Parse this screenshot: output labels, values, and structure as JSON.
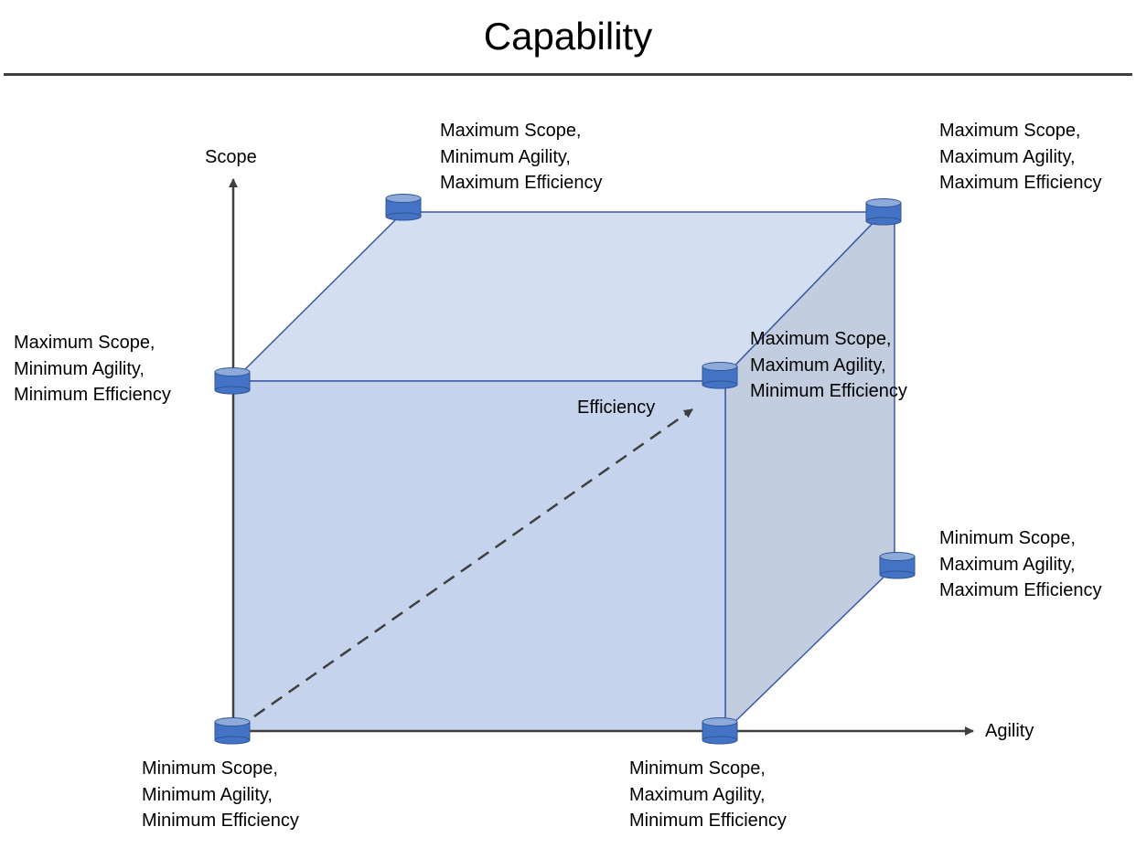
{
  "title": "Capability",
  "axes": {
    "scope": "Scope",
    "agility": "Agility",
    "efficiency": "Efficiency"
  },
  "vertices": [
    {
      "id": "min-min-min",
      "lines": [
        "Minimum Scope,",
        "Minimum Agility,",
        "Minimum Efficiency"
      ]
    },
    {
      "id": "min-max-min",
      "lines": [
        "Minimum Scope,",
        "Maximum Agility,",
        "Minimum Efficiency"
      ]
    },
    {
      "id": "max-min-min",
      "lines": [
        "Maximum Scope,",
        "Minimum Agility,",
        "Minimum Efficiency"
      ]
    },
    {
      "id": "max-max-min",
      "lines": [
        "Maximum Scope,",
        "Maximum Agility,",
        "Minimum Efficiency"
      ]
    },
    {
      "id": "max-min-max",
      "lines": [
        "Maximum Scope,",
        "Minimum Agility,",
        "Maximum Efficiency"
      ]
    },
    {
      "id": "max-max-max",
      "lines": [
        "Maximum Scope,",
        "Maximum Agility,",
        "Maximum Efficiency"
      ]
    },
    {
      "id": "min-max-max",
      "lines": [
        "Minimum Scope,",
        "Maximum Agility,",
        "Maximum Efficiency"
      ]
    }
  ],
  "colors": {
    "front_face": "#c5d4ec",
    "top_face": "#d3dff0",
    "side_face": "#c3cde0",
    "edge": "#3b5aa2",
    "node_fill": "#4472c4",
    "node_top": "#8eaadb",
    "axis": "#3f3f3f"
  }
}
